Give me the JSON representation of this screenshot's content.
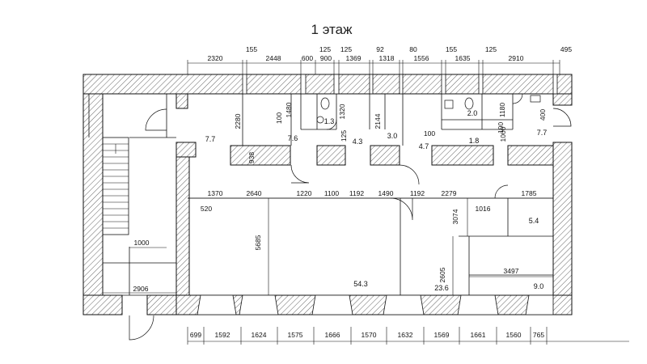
{
  "plan": {
    "title": "1 этаж",
    "top_dims_row1": [
      "2320",
      "155",
      "2448",
      "600",
      "900",
      "125",
      "1369",
      "92",
      "1318",
      "80",
      "1556",
      "155",
      "1635",
      "125",
      "2910",
      "495"
    ],
    "top_dims_row1_misc": [
      "125"
    ],
    "inner_dims_row": [
      "1370",
      "2640",
      "1220",
      "1100",
      "1192",
      "1490",
      "1192",
      "2279",
      "1785"
    ],
    "bottom_dims": [
      "699",
      "1592",
      "1624",
      "1575",
      "1666",
      "1570",
      "1632",
      "1569",
      "1661",
      "1560",
      "765"
    ],
    "vertical_dims": {
      "d2280": "2280",
      "d1480": "1480",
      "d100a": "100",
      "d1320": "1320",
      "d125": "125",
      "d2144": "2144",
      "d100b": "100",
      "d1180": "1180",
      "d100c": "100",
      "d400": "400",
      "d1000": "1000",
      "d938": "938",
      "d5685": "5685",
      "d3074": "3074",
      "d2605": "2605"
    },
    "other_dims": {
      "d520": "520",
      "d1016": "1016",
      "d1000": "1000",
      "d2906": "2906",
      "d3497": "3497"
    },
    "room_areas": {
      "a77_left": "7.7",
      "a76": "7.6",
      "a13": "1.3",
      "a43": "4.3",
      "a30": "3.0",
      "a47": "4.7",
      "a20": "2.0",
      "a18": "1.8",
      "a77_right": "7.7",
      "a54": "5.4",
      "a543": "54.3",
      "a236": "23.6",
      "a90": "9.0"
    }
  }
}
